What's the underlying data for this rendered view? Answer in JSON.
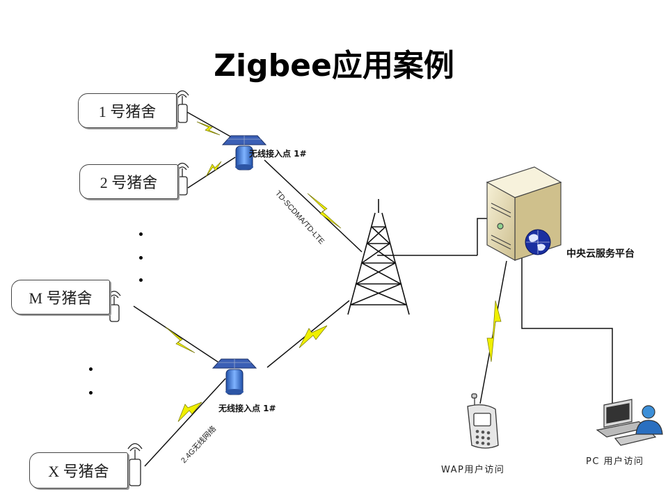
{
  "title": "Zigbee应用案例",
  "pens": [
    "1 号猪舍",
    "2 号猪舍",
    "M 号猪舍",
    "X 号猪舍"
  ],
  "access_point_1": "无线接入点 1#",
  "access_point_2": "无线接入点 1#",
  "link_label": "TD-SCDMA/TD-LTE",
  "zigbee_label": "2.4G无线网络",
  "platform_label": "中央云服务平台",
  "wap_label": "WAP用户访问",
  "pc_label": "PC 用户访问",
  "colors": {
    "zigzag": "#f0f000",
    "zigzag_edge": "#777700",
    "line": "#111111"
  }
}
